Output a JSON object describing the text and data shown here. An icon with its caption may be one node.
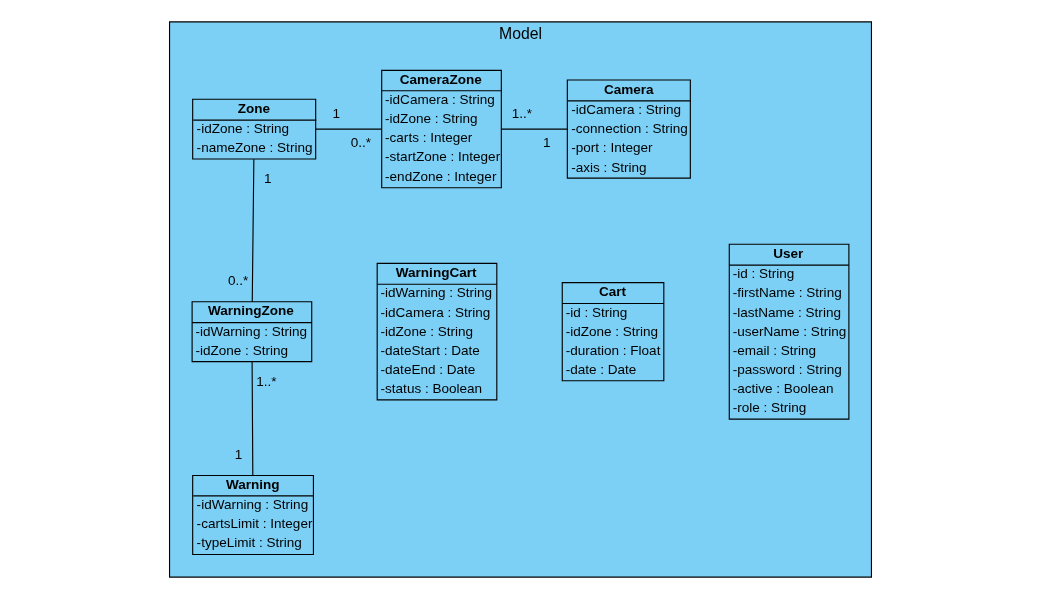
{
  "diagram": {
    "nodes": [
      {
        "text": [
          "Model"
        ]
      },
      {
        "text": [
          "Zone",
          "-idZone : String",
          "-nameZone : String"
        ],
        "in": 0
      },
      {
        "text": [
          "CameraZone",
          "-idCamera : String",
          "-idZone : String",
          "-carts : Integer",
          "-startZone : Integer",
          "-endZone : Integer"
        ],
        "in": 0
      },
      {
        "text": [
          "Camera",
          "-idCamera : String",
          "-connection : String",
          "-port : Integer",
          "-axis : String"
        ],
        "in": 0
      },
      {
        "text": [
          "WarningZone",
          "-idWarning : String",
          "-idZone : String"
        ],
        "in": 0
      },
      {
        "text": [
          "WarningCart",
          "-idWarning : String",
          "-idCamera : String",
          "-idZone : String",
          "-dateStart : Date",
          "-dateEnd : Date",
          "-status : Boolean"
        ],
        "in": 0
      },
      {
        "text": [
          "Cart",
          "-id : String",
          "-idZone : String",
          "-duration : Float",
          "-date : Date"
        ],
        "in": 0
      },
      {
        "text": [
          "User",
          "-id : String",
          "-firstName : String",
          "-lastName : String",
          "-userName : String",
          "-email : String",
          "-password : String",
          "-active : Boolean",
          "-role : String"
        ],
        "in": 0
      },
      {
        "text": [
          "Warning",
          "-idWarning : String",
          "-cartsLimit : Integer",
          "-typeLimit : String"
        ],
        "in": 0
      }
    ],
    "edges": [
      {
        "from": 1,
        "to": 2,
        "arrow": "none"
      },
      {
        "from": 2,
        "to": 3,
        "arrow": "none"
      },
      {
        "from": 1,
        "to": 4,
        "arrow": "none"
      },
      {
        "from": 4,
        "to": 8,
        "arrow": "none"
      }
    ],
    "labels": [
      "0..*",
      "1",
      "1",
      "1..*",
      "1",
      "0..*",
      "1..*",
      "1"
    ]
  }
}
